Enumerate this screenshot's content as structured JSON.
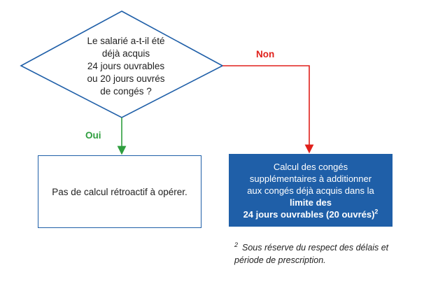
{
  "decision": {
    "lines": [
      "Le salarié a-t-il été",
      "déjà acquis",
      "24 jours ouvrables",
      "ou 20 jours ouvrés",
      "de congés ?"
    ]
  },
  "branches": {
    "yes_label": "Oui",
    "no_label": "Non"
  },
  "outcome_yes": {
    "text": "Pas de calcul rétroactif à opérer."
  },
  "outcome_no": {
    "lines": [
      "Calcul des congés",
      "supplémentaires à additionner",
      "aux congés déjà acquis dans la"
    ],
    "bold_line_1": "limite des",
    "bold_line_2": "24 jours ouvrables (20 ouvrés)",
    "footnote_mark": "2"
  },
  "footnote": {
    "mark": "2",
    "text": "Sous réserve du respect des délais et période de prescription."
  },
  "colors": {
    "diamond_border": "#1f5fa8",
    "box_fill": "#1f5fa8",
    "yes_arrow": "#2e9e3e",
    "no_arrow": "#e0201b"
  }
}
